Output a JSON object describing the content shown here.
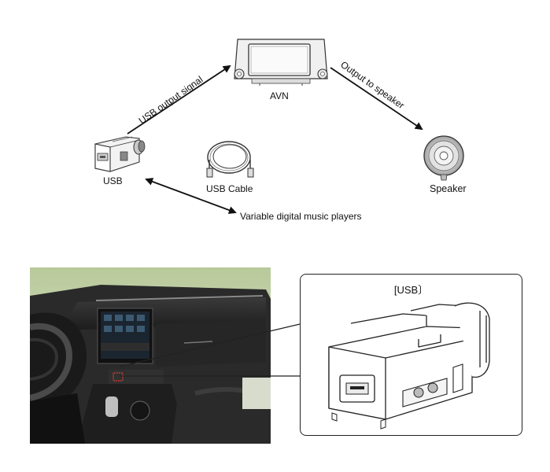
{
  "labels": {
    "avn": "AVN",
    "usb": "USB",
    "usb_cable": "USB Cable",
    "speaker": "Speaker",
    "usb_output_signal": "USB output signal",
    "output_to_speaker": "Output to speaker",
    "variable_players": "Variable digital music players",
    "callout_title": "[USB〕"
  }
}
